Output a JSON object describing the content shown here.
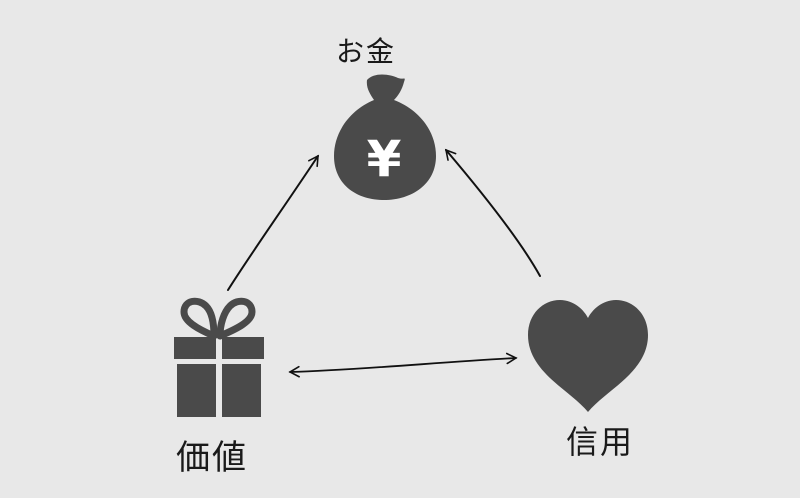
{
  "nodes": {
    "money": {
      "label": "お金",
      "symbol": "¥"
    },
    "value": {
      "label": "価値"
    },
    "trust": {
      "label": "信用"
    }
  },
  "colors": {
    "background": "#e8e8e8",
    "icon_fill": "#4a4a4a",
    "icon_symbol": "#ffffff",
    "arrow": "#111111"
  },
  "icons": {
    "money": "money-bag-icon",
    "value": "gift-box-icon",
    "trust": "heart-icon"
  }
}
